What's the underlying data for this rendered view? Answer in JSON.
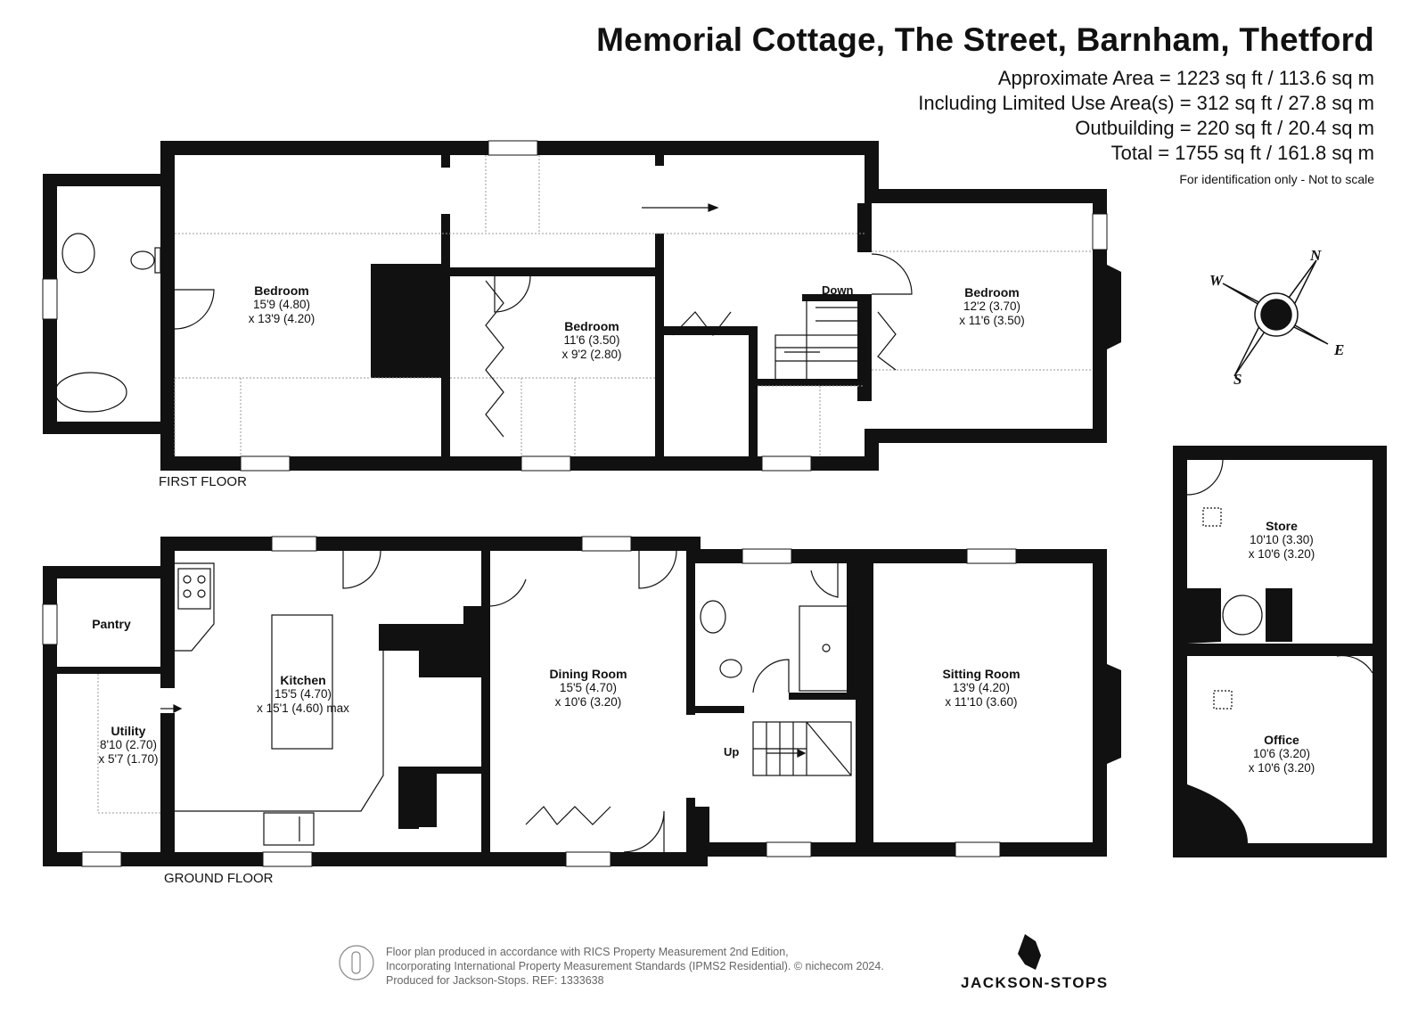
{
  "header": {
    "title": "Memorial Cottage, The Street, Barnham, Thetford",
    "area_lines": [
      "Approximate Area = 1223 sq ft / 113.6 sq m",
      "Including Limited Use Area(s) = 312 sq ft / 27.8 sq m",
      "Outbuilding = 220 sq ft / 20.4 sq m",
      "Total = 1755 sq ft / 161.8 sq m"
    ],
    "disclaimer": "For identification only - Not to scale"
  },
  "floors": {
    "first": "FIRST FLOOR",
    "ground": "GROUND FLOOR"
  },
  "rooms": {
    "ff_bedroom_1": {
      "name": "Bedroom",
      "dim1": "15'9 (4.80)",
      "dim2": "x 13'9 (4.20)"
    },
    "ff_bedroom_2": {
      "name": "Bedroom",
      "dim1": "11'6 (3.50)",
      "dim2": "x 9'2 (2.80)"
    },
    "ff_bedroom_3": {
      "name": "Bedroom",
      "dim1": "12'2 (3.70)",
      "dim2": "x 11'6 (3.50)"
    },
    "pantry": {
      "name": "Pantry"
    },
    "utility": {
      "name": "Utility",
      "dim1": "8'10 (2.70)",
      "dim2": "x 5'7 (1.70)"
    },
    "kitchen": {
      "name": "Kitchen",
      "dim1": "15'5 (4.70)",
      "dim2": "x 15'1 (4.60) max"
    },
    "dining": {
      "name": "Dining Room",
      "dim1": "15'5 (4.70)",
      "dim2": "x 10'6 (3.20)"
    },
    "sitting": {
      "name": "Sitting Room",
      "dim1": "13'9 (4.20)",
      "dim2": "x 11'10 (3.60)"
    },
    "store": {
      "name": "Store",
      "dim1": "10'10 (3.30)",
      "dim2": "x 10'6 (3.20)"
    },
    "office": {
      "name": "Office",
      "dim1": "10'6 (3.20)",
      "dim2": "x 10'6 (3.20)"
    }
  },
  "stairs": {
    "down": "Down",
    "up": "Up"
  },
  "compass": {
    "n": "N",
    "s": "S",
    "e": "E",
    "w": "W"
  },
  "footer": {
    "line1": "Floor plan produced in accordance with RICS Property Measurement 2nd Edition,",
    "line2": "Incorporating International Property Measurement Standards (IPMS2 Residential).  © nichecom 2024.",
    "line3": "Produced for Jackson-Stops.   REF: 1333638",
    "brand": "JACKSON-STOPS"
  },
  "colors": {
    "wall": "#111111",
    "window": "#ffffff",
    "dashed": "#999999",
    "footer_text": "#666666"
  }
}
